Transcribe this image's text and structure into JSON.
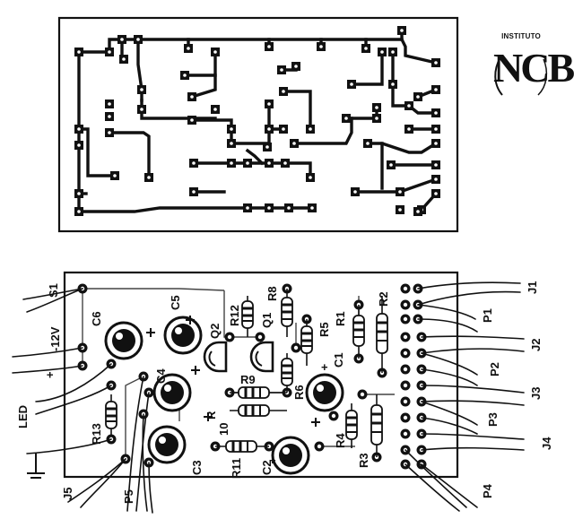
{
  "logo": {
    "top_text": "INSTITUTO",
    "main_text": "NCB"
  },
  "labels": {
    "s1": "S1",
    "minus12v": "-12V",
    "plus": "+",
    "led": "LED",
    "c6": "C6",
    "c5": "C5",
    "c4": "C4",
    "c3": "C3",
    "c2": "C2",
    "c2_plus": "+",
    "c1": "C1",
    "c1_plus": "+",
    "q1": "Q1",
    "q2": "Q2",
    "r1": "R1",
    "r2": "R2",
    "r3": "R3",
    "r4": "R4",
    "r5": "R5",
    "r6": "R6",
    "r8": "R8",
    "r9": "R9",
    "r10_a": "R",
    "r10_b": "10",
    "r11": "R11",
    "r12": "R12",
    "r13": "R13",
    "j1": "J1",
    "j2": "J2",
    "j3": "J3",
    "j4": "J4",
    "j5": "J5",
    "p1": "P1",
    "p2": "P2",
    "p3": "P3",
    "p4": "P4",
    "p5": "P5"
  }
}
